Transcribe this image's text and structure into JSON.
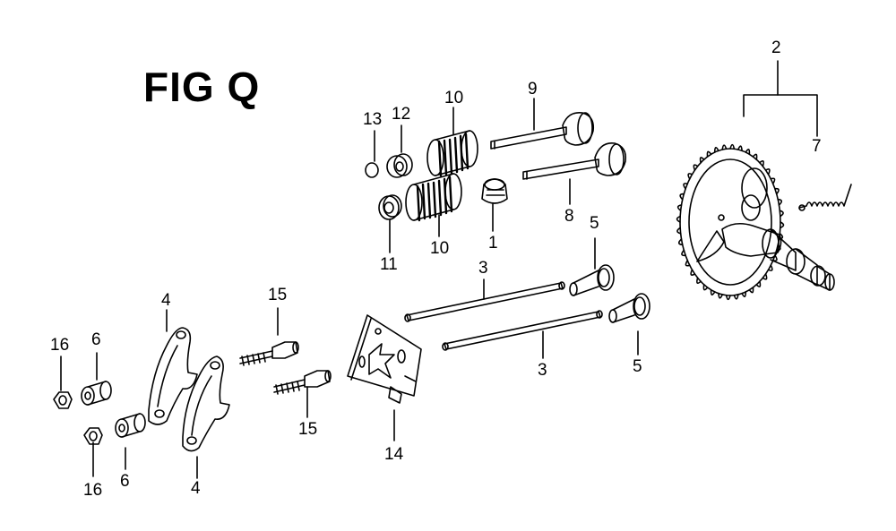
{
  "figure": {
    "title": "FIG Q"
  },
  "callouts": {
    "n2": "2",
    "n7": "7",
    "n9": "9",
    "n10a": "10",
    "n12": "12",
    "n13": "13",
    "n8": "8",
    "n1": "1",
    "n11": "11",
    "n10b": "10",
    "n5a": "5",
    "n3a": "3",
    "n3b": "3",
    "n5b": "5",
    "n15a": "15",
    "n15b": "15",
    "n4a": "4",
    "n4b": "4",
    "n16a": "16",
    "n6a": "6",
    "n16b": "16",
    "n6b": "6",
    "n14": "14"
  },
  "parts": [
    "camshaft-gear",
    "decompressor-spring",
    "exhaust-valve",
    "intake-valve",
    "valve-spring",
    "valve-spring-retainer",
    "valve-stem-cap",
    "valve-rotator",
    "valve-stem-seal",
    "push-rod",
    "tappet",
    "rocker-arm",
    "rocker-arm-pivot",
    "pivot-bolt",
    "push-rod-guide-plate",
    "pivot-adjusting-nut"
  ]
}
